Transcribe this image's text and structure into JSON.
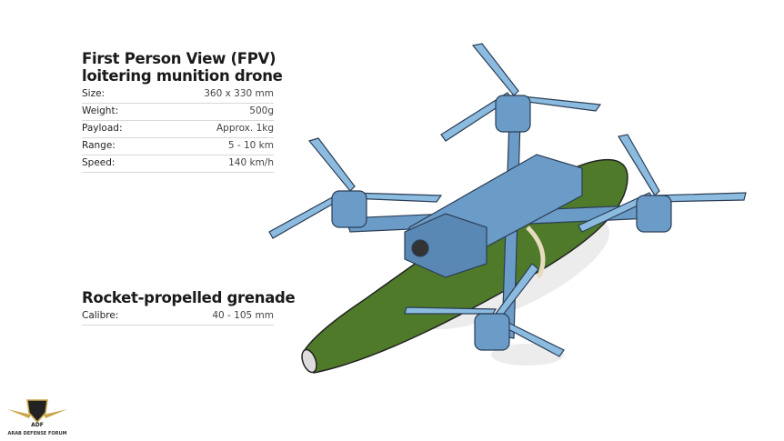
{
  "drone": {
    "title_line1": "First Person View (FPV)",
    "title_line2": "loitering munition drone",
    "specs": [
      {
        "label": "Size:",
        "value": "360 x 330 mm"
      },
      {
        "label": "Weight:",
        "value": "500g"
      },
      {
        "label": "Payload:",
        "value": "Approx. 1kg"
      },
      {
        "label": "Range:",
        "value": "5 - 10 km"
      },
      {
        "label": "Speed:",
        "value": "140 km/h"
      }
    ]
  },
  "grenade": {
    "title": "Rocket-propelled grenade",
    "specs": [
      {
        "label": "Calibre:",
        "value": "40 - 105 mm"
      }
    ]
  },
  "logo": {
    "text": "ARAB DEFENSE FORUM",
    "mark": "ADF"
  },
  "colors": {
    "drone": "#6b9bc7",
    "grenade": "#4f7a2a",
    "propeller": "#8cbbe0"
  }
}
